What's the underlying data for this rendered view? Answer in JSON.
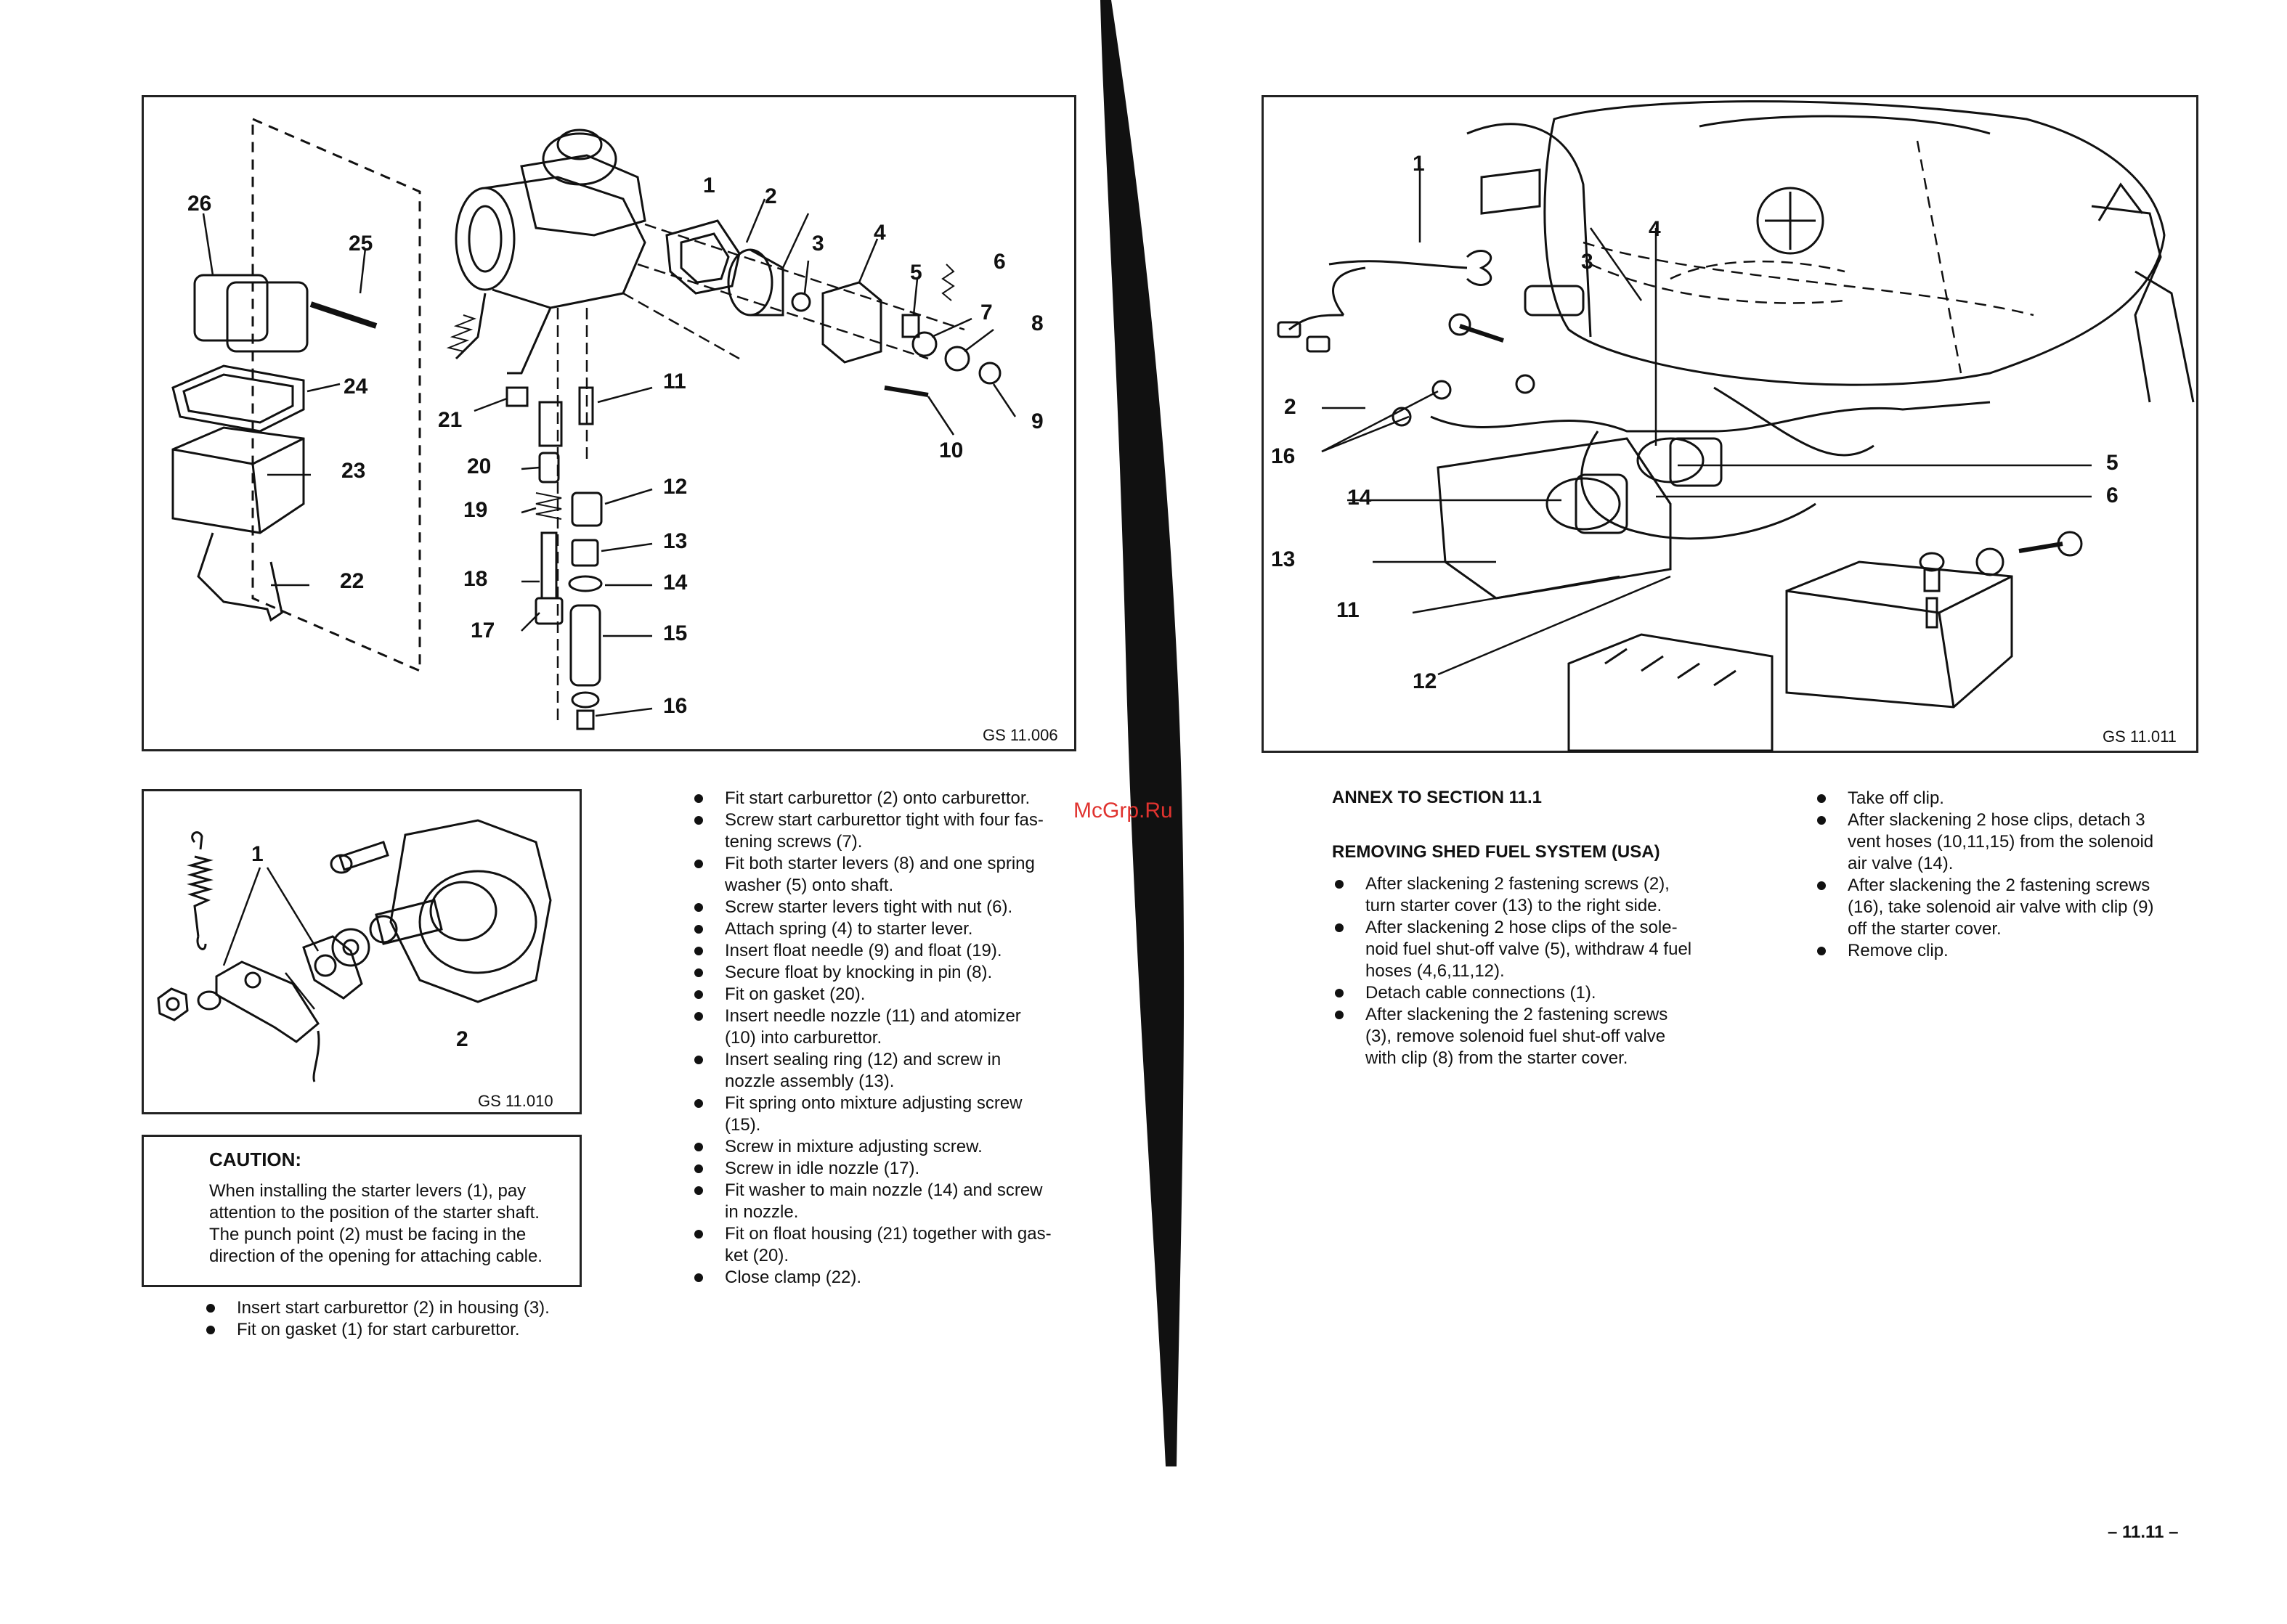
{
  "figures": {
    "carburettor": {
      "code": "GS 11.006",
      "callouts": [
        "1",
        "2",
        "3",
        "4",
        "5",
        "6",
        "7",
        "8",
        "9",
        "10",
        "11",
        "12",
        "13",
        "14",
        "15",
        "16",
        "17",
        "18",
        "19",
        "20",
        "21",
        "22",
        "23",
        "24",
        "25",
        "26"
      ]
    },
    "starter": {
      "code": "GS 11.010",
      "callouts": [
        "1",
        "2"
      ]
    },
    "fuel_system": {
      "code": "GS 11.011",
      "callouts": [
        "1",
        "2",
        "3",
        "4",
        "5",
        "6",
        "11",
        "12",
        "13",
        "14",
        "16"
      ]
    }
  },
  "caution": {
    "title": "CAUTION:",
    "lines": [
      "When installing the starter levers (1), pay",
      "attention to the position of the starter shaft.",
      "The punch point (2) must be facing in the",
      "direction of the opening for attaching cable."
    ]
  },
  "left_bullets": [
    "Insert start carburettor (2) in housing (3).",
    "Fit on gasket (1) for start carburettor."
  ],
  "middle_bullets": [
    [
      "Fit start carburettor (2) onto carburettor."
    ],
    [
      "Screw start carburettor tight with four fas-",
      "tening screws (7)."
    ],
    [
      "Fit both starter levers (8) and one spring",
      "washer (5) onto shaft."
    ],
    [
      "Screw starter levers tight with nut (6)."
    ],
    [
      "Attach spring (4) to starter lever."
    ],
    [
      "Insert float needle (9) and float (19)."
    ],
    [
      "Secure float by knocking in pin (8)."
    ],
    [
      "Fit on gasket (20)."
    ],
    [
      "Insert needle nozzle (11) and atomizer",
      "(10) into carburettor."
    ],
    [
      "Insert sealing ring (12) and screw in",
      "nozzle assembly (13)."
    ],
    [
      "Fit spring onto mixture adjusting screw",
      "(15)."
    ],
    [
      "Screw in mixture adjusting screw."
    ],
    [
      "Screw in idle nozzle (17)."
    ],
    [
      "Fit washer to main nozzle (14) and screw",
      "in nozzle."
    ],
    [
      "Fit on float housing (21) together with gas-",
      "ket (20)."
    ],
    [
      "Close clamp (22)."
    ]
  ],
  "annex": {
    "heading": "ANNEX TO SECTION 11.1",
    "subheading": "REMOVING SHED FUEL SYSTEM (USA)",
    "bullets": [
      [
        "After slackening 2 fastening screws (2),",
        "turn starter cover (13) to the right side."
      ],
      [
        "After slackening 2 hose clips of the sole-",
        "noid fuel shut-off valve (5), withdraw 4 fuel",
        "hoses (4,6,11,12)."
      ],
      [
        "Detach cable connections (1)."
      ],
      [
        "After slackening the 2 fastening screws",
        "(3), remove solenoid fuel shut-off valve",
        "with clip (8) from the starter cover."
      ]
    ]
  },
  "right_bullets": [
    [
      "Take off clip."
    ],
    [
      "After slackening 2 hose clips, detach 3",
      "vent hoses (10,11,15) from the solenoid",
      "air valve (14)."
    ],
    [
      "After slackening the 2 fastening screws",
      "(16), take solenoid air valve with clip (9)",
      "off the starter cover."
    ],
    [
      "Remove clip."
    ]
  ],
  "watermark": "McGrp.Ru",
  "page_number": "– 11.11 –"
}
